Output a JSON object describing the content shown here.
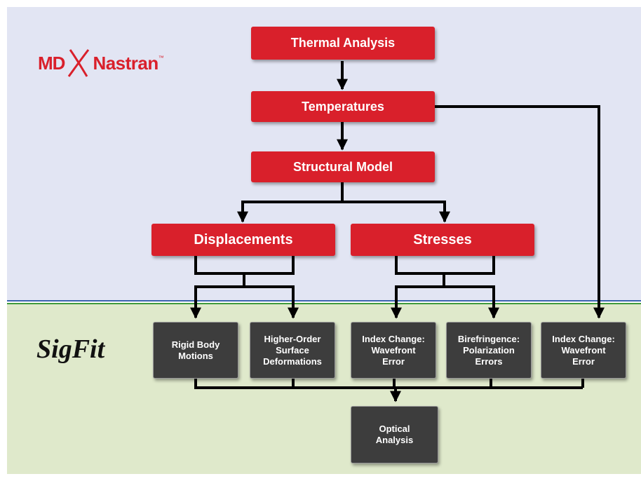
{
  "logo": {
    "prefix": "MD",
    "name": "Nastran",
    "trademark": "™"
  },
  "region_label": "SigFit",
  "nodes": {
    "thermal": "Thermal Analysis",
    "temperatures": "Temperatures",
    "structural": "Structural Model",
    "displacements": "Displacements",
    "stresses": "Stresses",
    "rigid": "Rigid Body\nMotions",
    "higher_order": "Higher-Order\nSurface\nDeformations",
    "index_change_1": "Index Change:\nWavefront\nError",
    "birefringence": "Birefringence:\nPolarization\nErrors",
    "index_change_2": "Index Change:\nWavefront\nError",
    "optical": "Optical\nAnalysis"
  },
  "colors": {
    "red_box": "#d9202b",
    "dark_box": "#3d3d3d",
    "top_band": "#e2e5f3",
    "bottom_band": "#dfe9cb",
    "divider_blue": "#3a63b0",
    "divider_green": "#3e9a3c"
  }
}
